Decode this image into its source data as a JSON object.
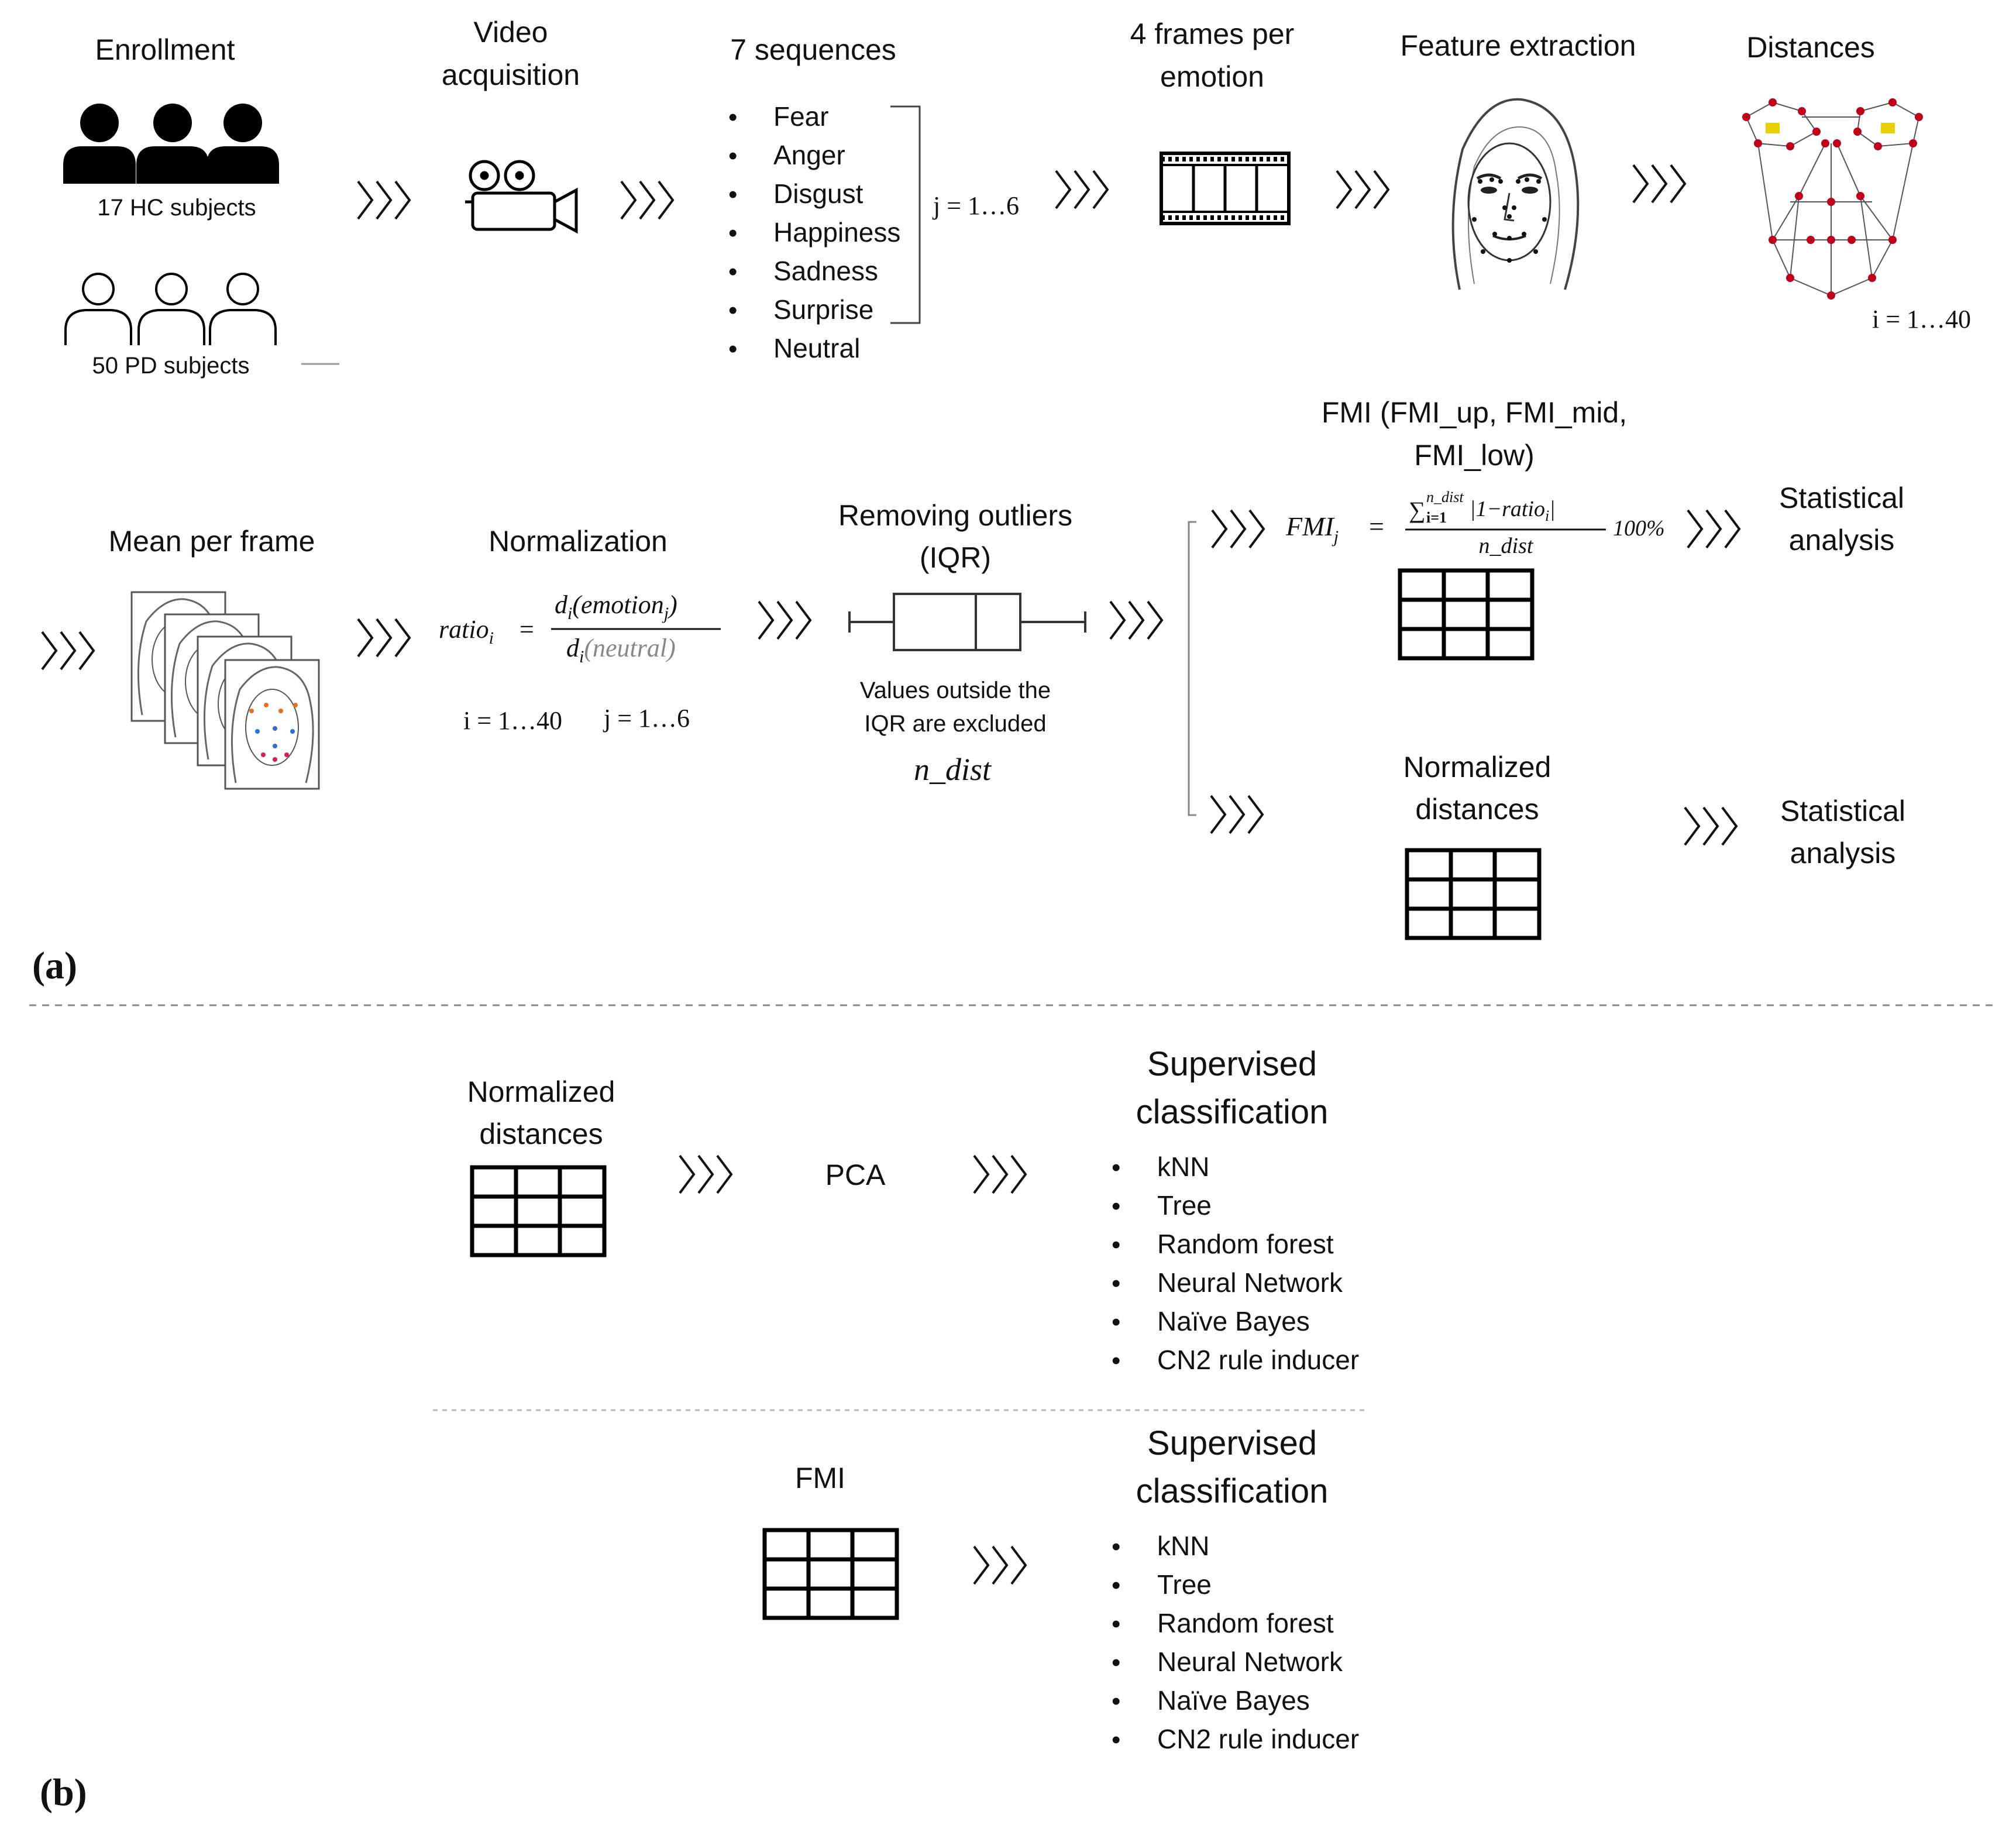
{
  "panel_a": {
    "label": "(a)",
    "enrollment": {
      "title": "Enrollment",
      "hc": "17 HC subjects",
      "pd": "50 PD subjects"
    },
    "video": {
      "title_1": "Video",
      "title_2": "acquisition"
    },
    "sequences": {
      "title": "7 sequences",
      "items": [
        "Fear",
        "Anger",
        "Disgust",
        "Happiness",
        "Sadness",
        "Surprise",
        "Neutral"
      ],
      "index": "j = 1…6"
    },
    "frames": {
      "title_1": "4 frames per",
      "title_2": "emotion"
    },
    "feature": {
      "title": "Feature extraction"
    },
    "distances": {
      "title": "Distances",
      "index": "i = 1…40"
    },
    "mean": {
      "title": "Mean per frame"
    },
    "normalization": {
      "title": "Normalization",
      "lhs": "ratio",
      "lhs_sub": "i",
      "num_d": "d",
      "num_sub": "i",
      "num_arg": "(emotion",
      "num_arg_sub": "j",
      "num_close": ")",
      "den_d": "d",
      "den_sub": "i",
      "den_arg": "(neutral)",
      "index_i": "i = 1…40",
      "index_j": "j = 1…6"
    },
    "outliers": {
      "title_1": "Removing outliers",
      "title_2": "(IQR)",
      "note_1": "Values outside the",
      "note_2": "IQR are excluded",
      "var": "n_dist"
    },
    "fmi": {
      "title_1": "FMI (FMI_up, FMI_mid,",
      "title_2": "FMI_low)",
      "lhs": "FMI",
      "lhs_sub": "j",
      "sum_sym": "∑",
      "sum_top": "n_dist",
      "sum_bot": "i=1",
      "num_expr": "|1−ratio",
      "num_sub": "i",
      "num_close": "|",
      "den": "n_dist",
      "pct": "100%"
    },
    "stat1": {
      "line_1": "Statistical",
      "line_2": "analysis"
    },
    "normdist": {
      "line_1": "Normalized",
      "line_2": "distances"
    },
    "stat2": {
      "line_1": "Statistical",
      "line_2": "analysis"
    }
  },
  "panel_b": {
    "label": "(b)",
    "normdist": {
      "line_1": "Normalized",
      "line_2": "distances"
    },
    "pca": "PCA",
    "fmi": "FMI",
    "sup1": {
      "line_1": "Supervised",
      "line_2": "classification"
    },
    "sup2": {
      "line_1": "Supervised",
      "line_2": "classification"
    },
    "classifiers": [
      "kNN",
      "Tree",
      "Random forest",
      "Neural Network",
      "Naïve Bayes",
      "CN2 rule inducer"
    ]
  }
}
